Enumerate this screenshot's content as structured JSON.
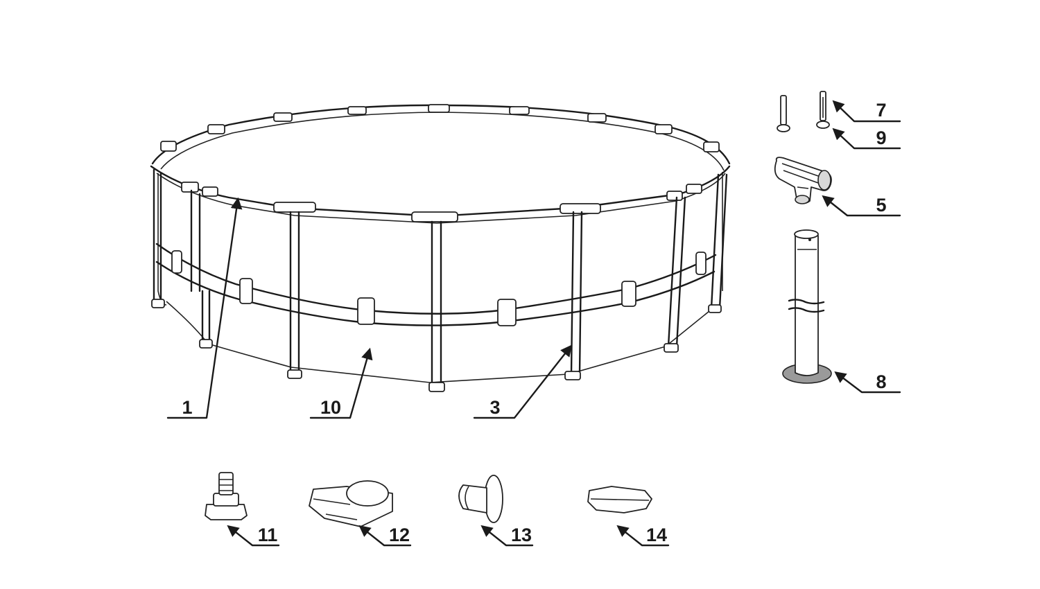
{
  "callouts": {
    "c1": "1",
    "c10": "10",
    "c3": "3",
    "c7": "7",
    "c9": "9",
    "c5": "5",
    "c8": "8",
    "c11": "11",
    "c12": "12",
    "c13": "13",
    "c14": "14"
  }
}
